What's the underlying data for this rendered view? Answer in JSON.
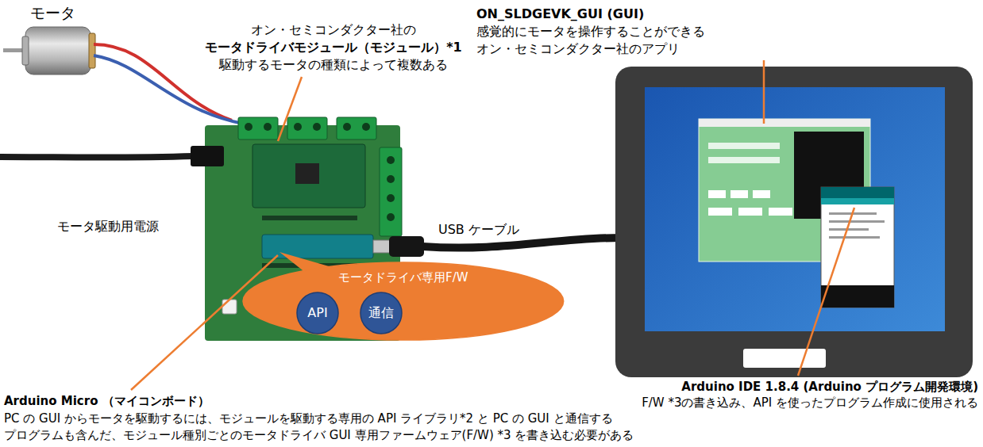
{
  "diagram": {
    "nodes": [
      {
        "text": [
          "モータドライバ専用F/W"
        ]
      },
      {
        "text": [
          "API"
        ],
        "in": 0
      },
      {
        "text": [
          "通信"
        ],
        "in": 0
      }
    ],
    "labels": [
      "モータ",
      "オン・セミコンダクター社の",
      "モータドライバモジュール（モジュール）*1",
      "駆動するモータの種類によって複数ある",
      "ON_SLDGEVK_GUI (GUI)",
      "感覚的にモータを操作することができる",
      "オン・セミコンダクター社のアプリ",
      "モータ駆動用電源",
      "USB ケーブル",
      "Arduino IDE 1.8.4 (Arduino プログラム開発環境)",
      "F/W *3の書き込み、API を使ったプログラム作成に使用される",
      "Arduino Micro （マイコンボード）",
      "PC の GUI からモータを駆動するには、モジュールを駆動する専用の API ライブラリ*2 と PC の GUI と通信する",
      "プログラムも含んだ、モジュール種別ごとのモータドライバ GUI 専用ファームウェア(F/W) *3 を書き込む必要がある"
    ]
  }
}
